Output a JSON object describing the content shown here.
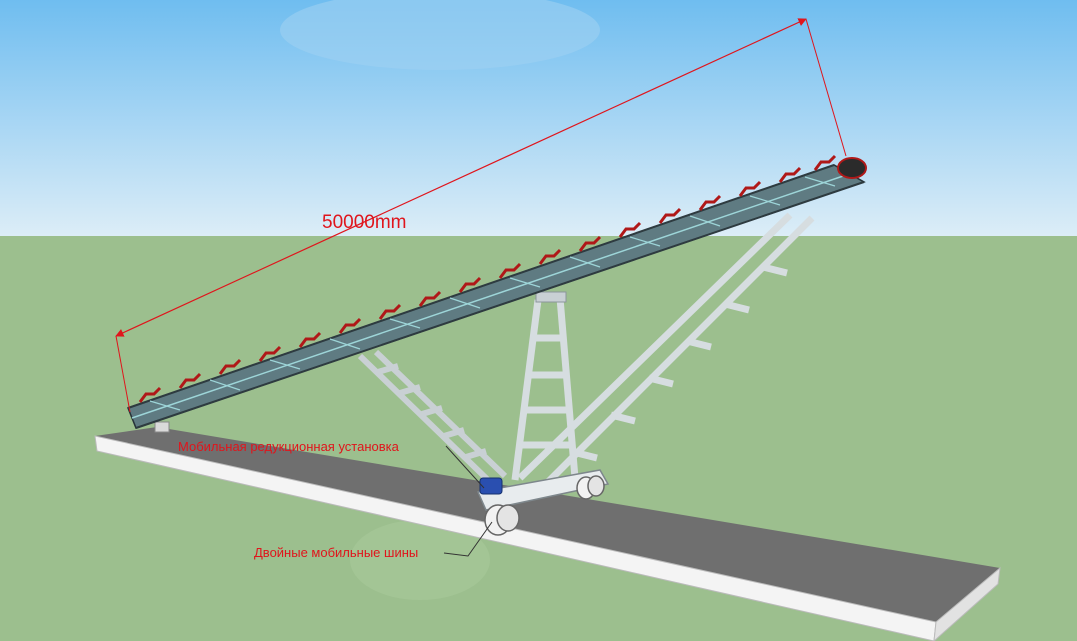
{
  "annotations": {
    "length_dimension": "50000mm",
    "reduction_unit": "Мобильная редукционная установка",
    "dual_tires": "Двойные мобильные шины"
  },
  "colors": {
    "sky_top": "#7ec3ef",
    "sky_bottom": "#d6ebf7",
    "ground": "#9cbf8e",
    "track_top": "#6f6f6f",
    "track_side": "#f4f4f4",
    "structure": "#dde3e6",
    "truss_dark": "#3c4b52",
    "rollers": "#b01818",
    "annotation": "#e0151c",
    "motor": "#2a4fb0"
  }
}
